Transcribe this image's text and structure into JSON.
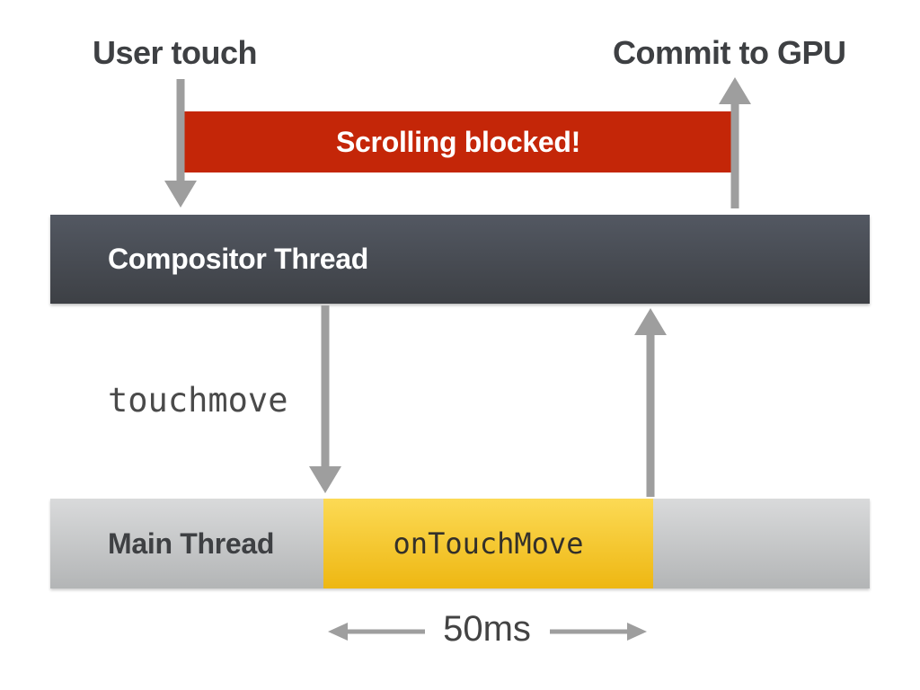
{
  "diagram": {
    "user_touch_label": "User touch",
    "commit_gpu_label": "Commit to GPU",
    "blocked_label": "Scrolling blocked!",
    "compositor_label": "Compositor Thread",
    "touchmove_label": "touchmove",
    "ontouchmove_label": "onTouchMove",
    "main_thread_label": "Main Thread",
    "duration_label": "50ms"
  },
  "colors": {
    "blocked_bar": "#c42608",
    "compositor_top": "#535862",
    "compositor_bottom": "#3d4045",
    "main_top": "#d9dadb",
    "main_bottom": "#b3b5b6",
    "busy_top": "#fcda55",
    "busy_bottom": "#eeb712",
    "arrow": "#9e9e9e",
    "text_dark": "#3e4043",
    "text_code": "#4a4a4a",
    "text_on_busy": "#33302a",
    "text_light": "#ffffff"
  }
}
